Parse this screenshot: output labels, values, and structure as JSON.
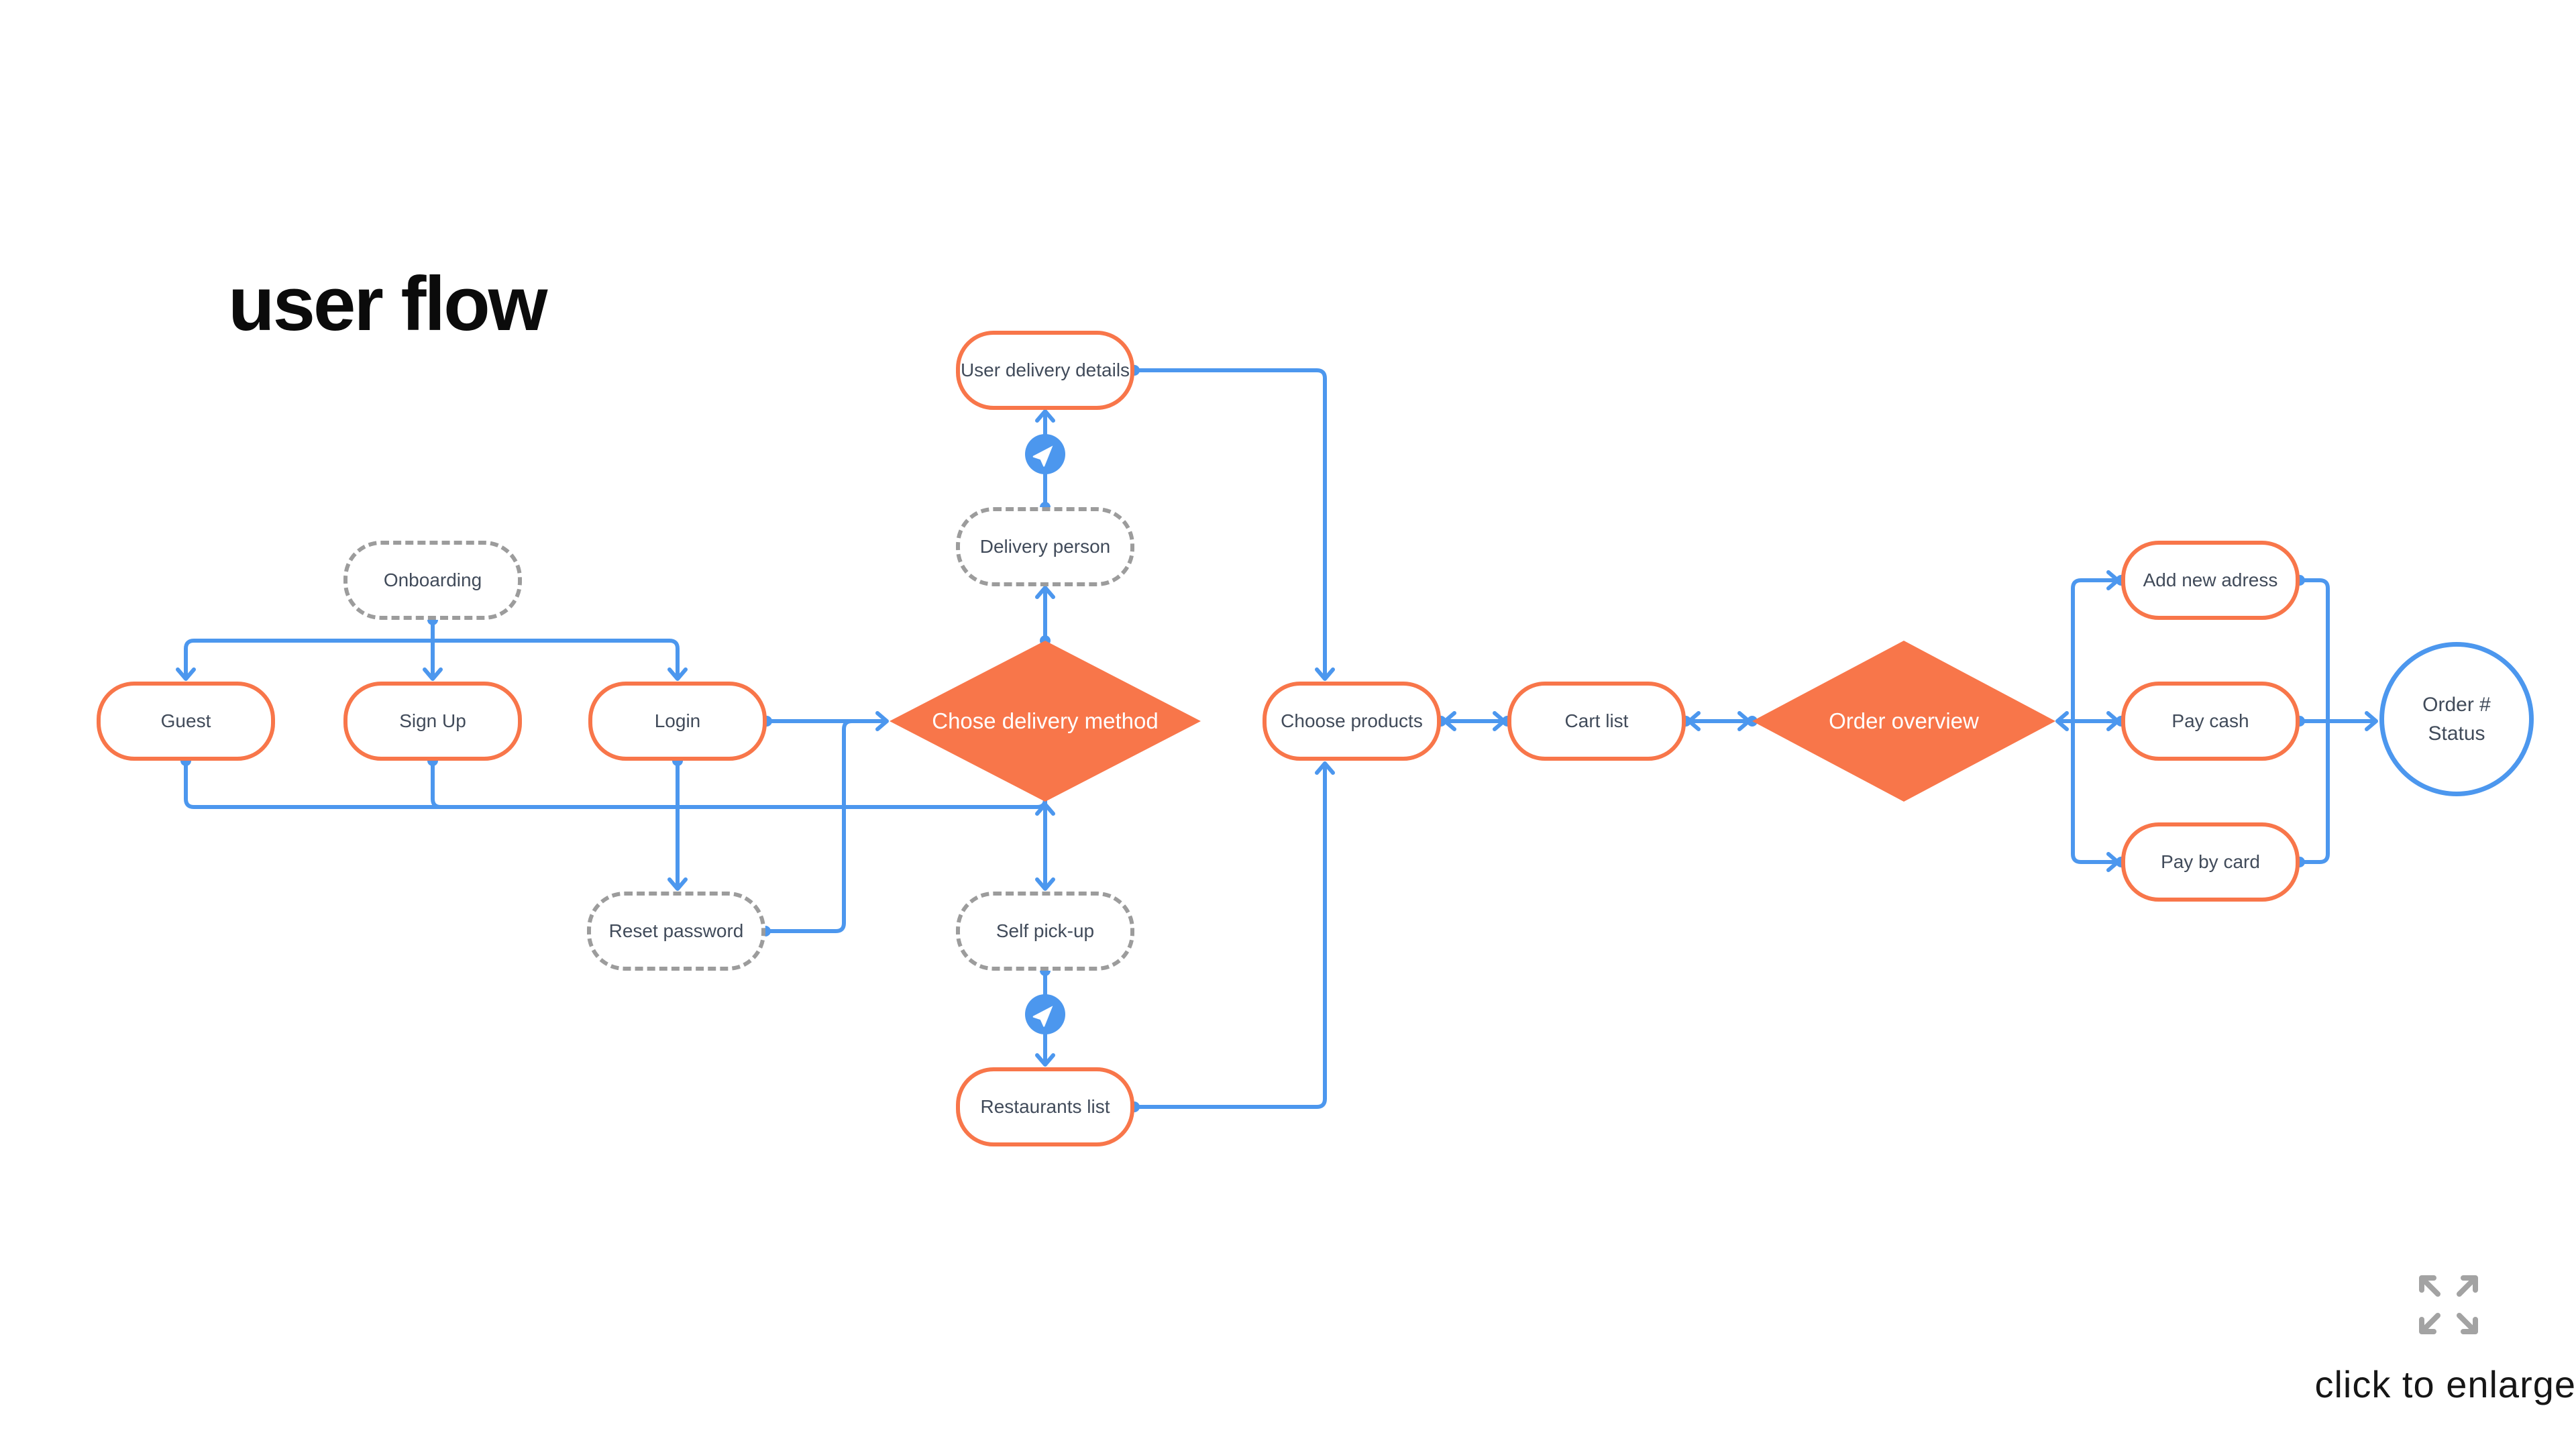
{
  "title": "user flow",
  "colors": {
    "accent_orange": "#F8764A",
    "accent_blue": "#4C97EE",
    "dashed_gray": "#9C9C9C",
    "label_text": "#414B5A",
    "diamond_text": "#FFFFFF"
  },
  "nodes": {
    "onboarding": {
      "label": "Onboarding",
      "style": "dashed"
    },
    "guest": {
      "label": "Guest",
      "style": "solid"
    },
    "sign_up": {
      "label": "Sign Up",
      "style": "solid"
    },
    "login": {
      "label": "Login",
      "style": "solid"
    },
    "reset_password": {
      "label": "Reset password",
      "style": "dashed"
    },
    "chose_delivery_method": {
      "label": "Chose delivery method",
      "style": "decision"
    },
    "delivery_person": {
      "label": "Delivery person",
      "style": "dashed"
    },
    "user_delivery_details": {
      "label": "User delivery details",
      "style": "solid"
    },
    "self_pickup": {
      "label": "Self pick-up",
      "style": "dashed"
    },
    "restaurants_list": {
      "label": "Restaurants list",
      "style": "solid"
    },
    "choose_products": {
      "label": "Choose products",
      "style": "solid"
    },
    "cart_list": {
      "label": "Cart list",
      "style": "solid"
    },
    "order_overview": {
      "label": "Order overview",
      "style": "decision"
    },
    "add_new_adress": {
      "label": "Add new adress",
      "style": "solid"
    },
    "pay_cash": {
      "label": "Pay cash",
      "style": "solid"
    },
    "pay_by_card": {
      "label": "Pay by card",
      "style": "solid"
    },
    "order_status": {
      "label_line1": "Order #",
      "label_line2": "Status",
      "style": "terminal-circle"
    }
  },
  "icons": {
    "navigation_icon": "navigation / send paper-plane in blue circle",
    "expand_icon": "four diagonal expand arrows"
  },
  "footer": {
    "enlarge_label": "click to enlarge"
  }
}
